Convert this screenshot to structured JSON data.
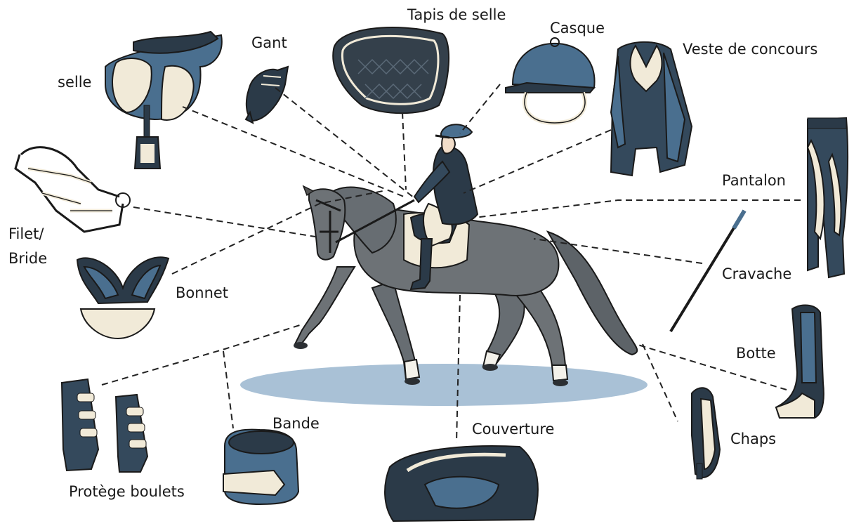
{
  "labels": {
    "selle": "selle",
    "gant": "Gant",
    "tapis": "Tapis de selle",
    "casque": "Casque",
    "veste": "Veste de concours",
    "filet_line1": "Filet/",
    "filet_line2": "Bride",
    "pantalon": "Pantalon",
    "bonnet": "Bonnet",
    "cravache": "Cravache",
    "botte": "Botte",
    "bande": "Bande",
    "couverture": "Couverture",
    "chaps": "Chaps",
    "protege": "Protège boulets"
  },
  "colors": {
    "navy": "#2b3a48",
    "steel_blue": "#4a6f8f",
    "horse_grey": "#6d7276",
    "cream": "#f1ead8",
    "arena_shadow": "#a9c1d6",
    "leader_line": "#222222"
  }
}
